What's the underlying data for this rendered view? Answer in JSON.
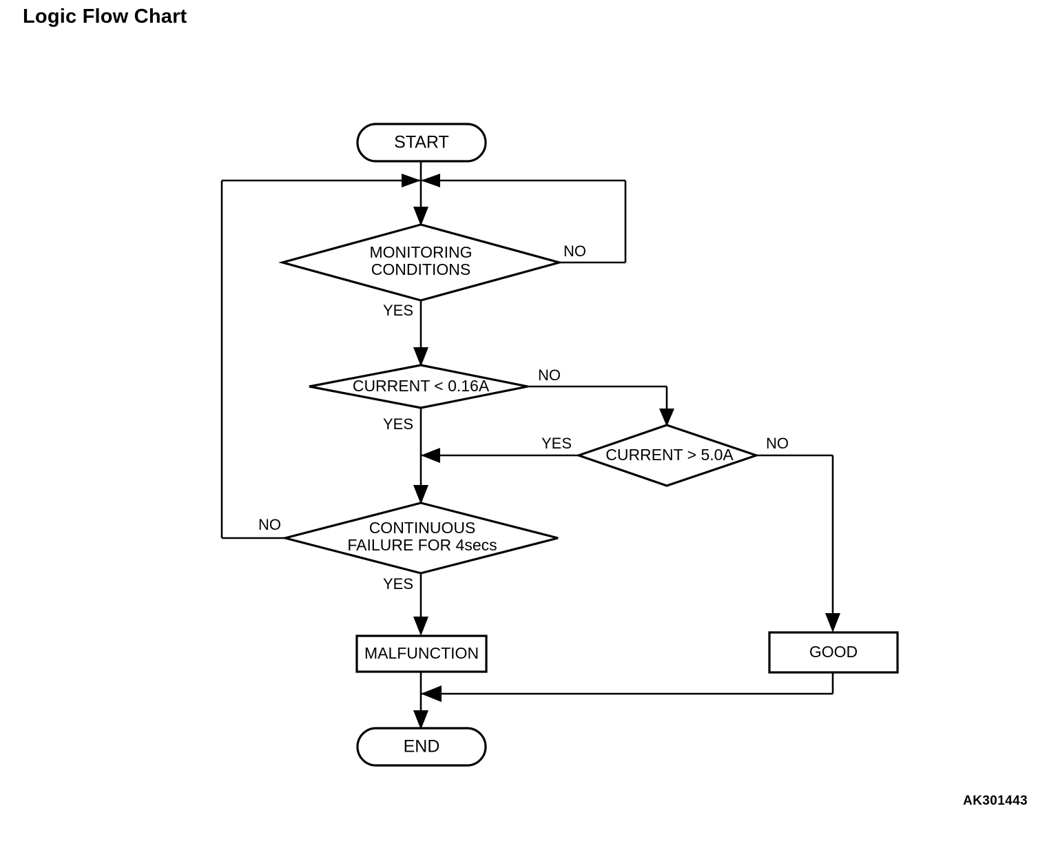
{
  "page": {
    "title": "Logic Flow Chart",
    "reference_code": "AK301443",
    "background_color": "#ffffff",
    "line_color": "#000000"
  },
  "chart_data": {
    "type": "diagram",
    "diagram_kind": "flowchart",
    "title": "Logic Flow Chart",
    "nodes": [
      {
        "id": "start",
        "shape": "terminator",
        "label": "START"
      },
      {
        "id": "monitoring",
        "shape": "decision",
        "label_line1": "MONITORING",
        "label_line2": "CONDITIONS"
      },
      {
        "id": "current_low",
        "shape": "decision",
        "label_line1": "CURRENT < 0.16A",
        "label_line2": ""
      },
      {
        "id": "current_high",
        "shape": "decision",
        "label_line1": "CURRENT > 5.0A",
        "label_line2": ""
      },
      {
        "id": "continuous_failure",
        "shape": "decision",
        "label_line1": "CONTINUOUS",
        "label_line2": "FAILURE FOR 4secs"
      },
      {
        "id": "malfunction",
        "shape": "process",
        "label": "MALFUNCTION"
      },
      {
        "id": "good",
        "shape": "process",
        "label": "GOOD"
      },
      {
        "id": "end",
        "shape": "terminator",
        "label": "END"
      }
    ],
    "edges": [
      {
        "from": "start",
        "to": "monitoring",
        "label": ""
      },
      {
        "from": "monitoring",
        "to": "current_low",
        "label": "YES"
      },
      {
        "from": "monitoring",
        "to": "start_junction",
        "label": "NO"
      },
      {
        "from": "current_low",
        "to": "continuous_failure",
        "label": "YES"
      },
      {
        "from": "current_low",
        "to": "current_high",
        "label": "NO"
      },
      {
        "from": "current_high",
        "to": "continuous_failure",
        "label": "YES"
      },
      {
        "from": "current_high",
        "to": "good",
        "label": "NO"
      },
      {
        "from": "continuous_failure",
        "to": "malfunction",
        "label": "YES"
      },
      {
        "from": "continuous_failure",
        "to": "start_junction",
        "label": "NO"
      },
      {
        "from": "malfunction",
        "to": "end",
        "label": ""
      },
      {
        "from": "good",
        "to": "end",
        "label": ""
      }
    ]
  },
  "labels": {
    "start": "START",
    "end": "END",
    "monitoring_line1": "MONITORING",
    "monitoring_line2": "CONDITIONS",
    "current_low": "CURRENT < 0.16A",
    "current_high": "CURRENT > 5.0A",
    "failure_line1": "CONTINUOUS",
    "failure_line2": "FAILURE FOR 4secs",
    "malfunction": "MALFUNCTION",
    "good": "GOOD",
    "monitoring_no": "NO",
    "monitoring_yes": "YES",
    "current_low_no": "NO",
    "current_low_yes": "YES",
    "current_high_yes": "YES",
    "current_high_no": "NO",
    "failure_no": "NO",
    "failure_yes": "YES"
  }
}
